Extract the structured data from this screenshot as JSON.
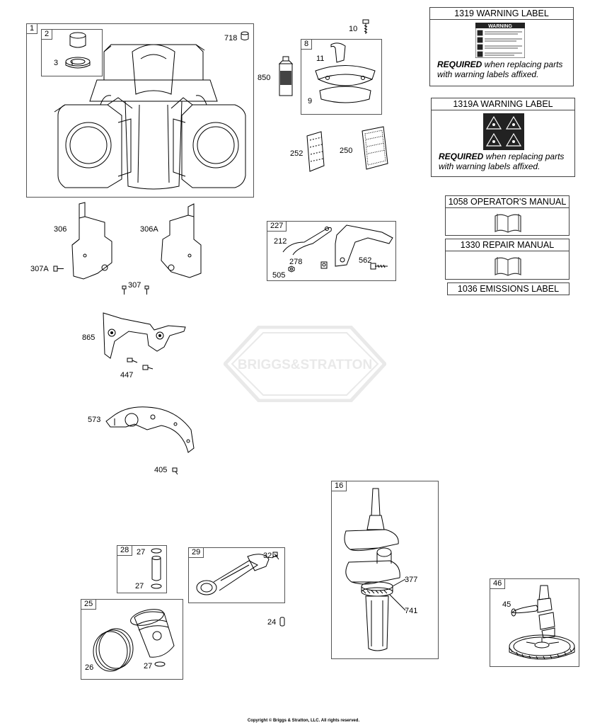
{
  "watermark": {
    "text": "BRIGGS&STRATTON"
  },
  "copyright": "Copyright © Briggs & Stratton, LLC. All rights reserved.",
  "boxes": {
    "b1": "1",
    "b2": "2",
    "b8": "8",
    "b227": "227",
    "b16": "16",
    "b28": "28",
    "b29": "29",
    "b25": "25",
    "b46": "46"
  },
  "labels": {
    "l3": "3",
    "l718": "718",
    "l10": "10",
    "l850": "850",
    "l11": "11",
    "l9": "9",
    "l252": "252",
    "l250": "250",
    "l306": "306",
    "l306A": "306A",
    "l307A": "307A",
    "l307": "307",
    "l212": "212",
    "l278": "278",
    "l562": "562",
    "l505": "505",
    "l865": "865",
    "l447": "447",
    "l573": "573",
    "l405": "405",
    "l27a": "27",
    "l27b": "27",
    "l32": "32",
    "l24": "24",
    "l377": "377",
    "l741": "741",
    "l26": "26",
    "l27c": "27",
    "l45": "45"
  },
  "panels": {
    "warning1319": {
      "title": "1319 WARNING LABEL",
      "req_bold": "REQUIRED",
      "req_rest": " when replacing parts",
      "req_line2": "with warning labels affixed.",
      "sticker_head": "WARNING"
    },
    "warning1319A": {
      "title": "1319A WARNING LABEL",
      "req_bold": "REQUIRED",
      "req_rest": " when replacing parts",
      "req_line2": "with warning labels affixed."
    },
    "manual1058": {
      "title": "1058 OPERATOR'S MANUAL"
    },
    "manual1330": {
      "title": "1330 REPAIR MANUAL"
    },
    "emissions1036": {
      "title": "1036 EMISSIONS LABEL"
    }
  },
  "colors": {
    "line": "#000000",
    "frame": "#555555",
    "sticker": "#222222"
  }
}
